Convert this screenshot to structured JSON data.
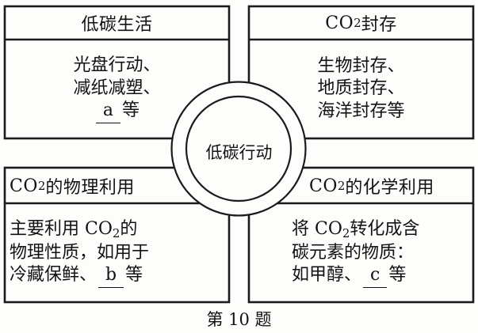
{
  "figure": {
    "type": "concept-map",
    "caption": "第 10 题",
    "center": {
      "label": "低碳行动",
      "shape": "double-circle"
    },
    "nodes": [
      {
        "id": "low-carbon-life",
        "position": "top-left",
        "header": "低碳生活",
        "lines": [
          {
            "text": "光盘行动、"
          },
          {
            "text": "减纸减塑、"
          },
          {
            "pre": "",
            "blank": "a",
            "post": "等"
          }
        ]
      },
      {
        "id": "co2-storage",
        "position": "top-right",
        "header_pre": "CO",
        "header_sub": "2",
        "header_post": "封存",
        "header": "CO2封存",
        "lines": [
          {
            "text": "生物封存、"
          },
          {
            "text": "地质封存、"
          },
          {
            "text": "海洋封存等"
          }
        ]
      },
      {
        "id": "co2-physical-use",
        "position": "bottom-left",
        "header_pre": "CO",
        "header_sub": "2",
        "header_post": "的物理利用",
        "header": "CO2的物理利用",
        "lines": [
          {
            "pre": "主要利用 CO",
            "sub": "2",
            "post": "的"
          },
          {
            "text": "物理性质，如用于"
          },
          {
            "pre": "冷藏保鲜、",
            "blank": "b",
            "post": "等"
          }
        ]
      },
      {
        "id": "co2-chemical-use",
        "position": "bottom-right",
        "header_pre": "CO",
        "header_sub": "2",
        "header_post": "的化学利用",
        "header": "CO2的化学利用",
        "lines": [
          {
            "pre": "将 CO",
            "sub": "2",
            "post": "转化成含"
          },
          {
            "text": "碳元素的物质："
          },
          {
            "pre": "如甲醇、",
            "blank": "c",
            "post": "等"
          }
        ]
      }
    ],
    "colors": {
      "stroke": "#1b1b1b",
      "background": "#fdfdfb",
      "text": "#121212"
    }
  }
}
